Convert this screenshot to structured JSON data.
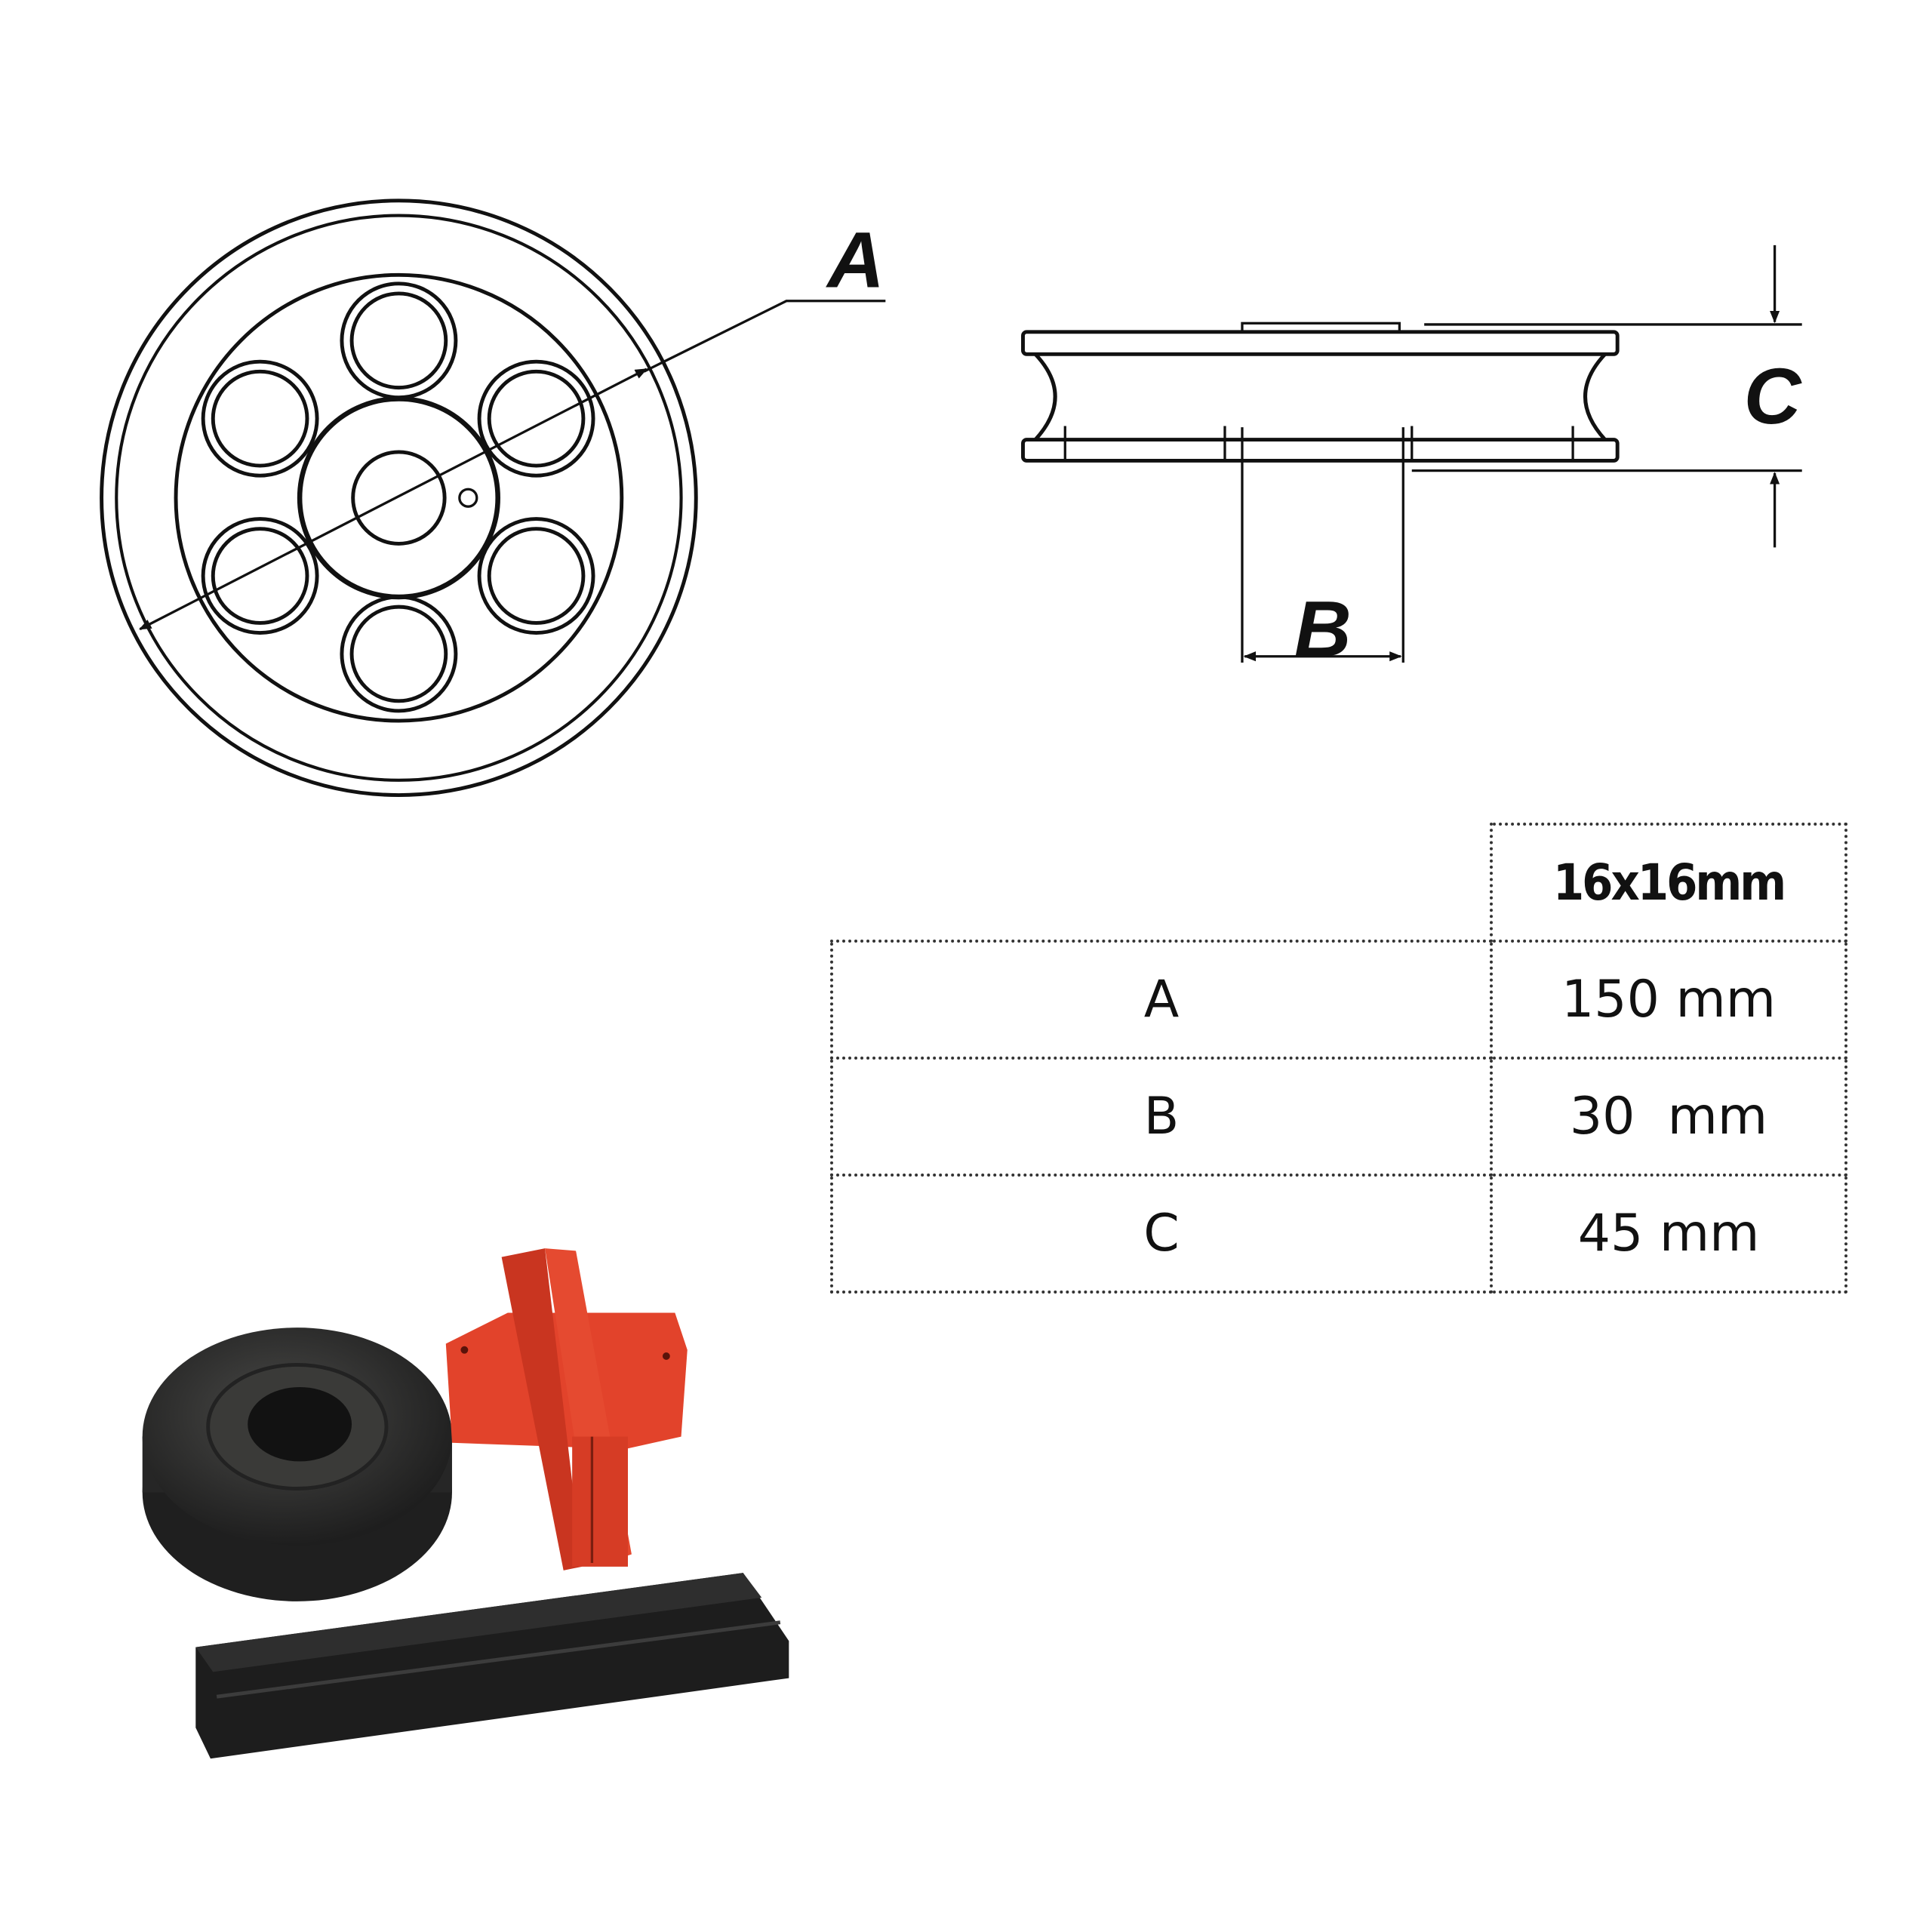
{
  "drawing": {
    "front_view_label": "A",
    "side_view_width_label": "B",
    "side_view_height_label": "C"
  },
  "spec_table": {
    "header": "16x16mm",
    "rows": [
      {
        "dimension": "A",
        "value": "150 mm"
      },
      {
        "dimension": "B",
        "value": "30  mm"
      },
      {
        "dimension": "C",
        "value": "45 mm"
      }
    ]
  },
  "colors": {
    "clamp_red": "#e2432b",
    "metal_dark": "#2b2b2b"
  }
}
